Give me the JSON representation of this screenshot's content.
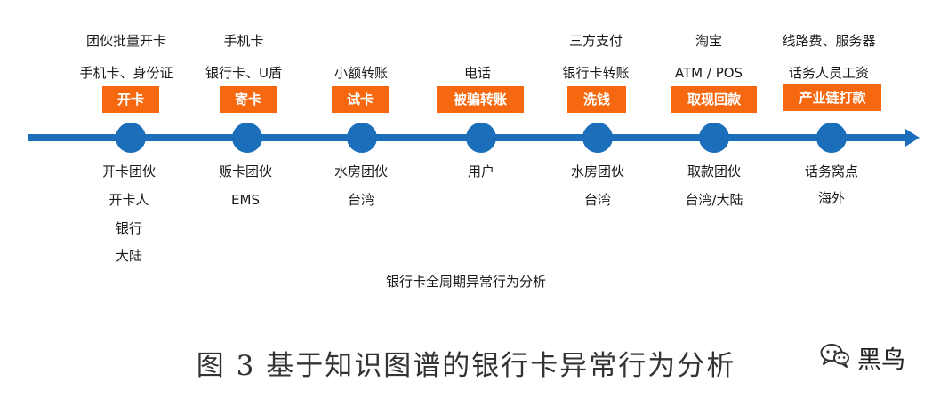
{
  "stages": [
    {
      "badge": "开卡",
      "above": [
        "团伙批量开卡",
        "手机卡、身份证"
      ],
      "below": [
        "开卡团伙",
        "开卡人",
        "银行",
        "大陆"
      ]
    },
    {
      "badge": "寄卡",
      "above": [
        "手机卡",
        "银行卡、U盾"
      ],
      "below": [
        "贩卡团伙",
        "EMS"
      ]
    },
    {
      "badge": "试卡",
      "above": [
        "小额转账"
      ],
      "below": [
        "水房团伙",
        "台湾"
      ]
    },
    {
      "badge": "被骗转账",
      "above": [
        "电话"
      ],
      "below": [
        "用户"
      ]
    },
    {
      "badge": "洗钱",
      "above": [
        "三方支付",
        "银行卡转账"
      ],
      "below": [
        "水房团伙",
        "台湾"
      ]
    },
    {
      "badge": "取现回款",
      "above": [
        "淘宝",
        "ATM / POS"
      ],
      "below": [
        "取款团伙",
        "台湾/大陆"
      ]
    },
    {
      "badge": "产业链打款",
      "above": [
        "线路费、服务器",
        "话务人员工资"
      ],
      "below": [
        "话务窝点",
        "海外"
      ]
    }
  ],
  "inner_caption": "银行卡全周期异常行为分析",
  "figure_caption": "图 3  基于知识图谱的银行卡异常行为分析",
  "watermark": {
    "text": "黑鸟",
    "icon": "wechat-icon"
  },
  "colors": {
    "timeline": "#1b6fba",
    "badge": "#f5680f"
  }
}
